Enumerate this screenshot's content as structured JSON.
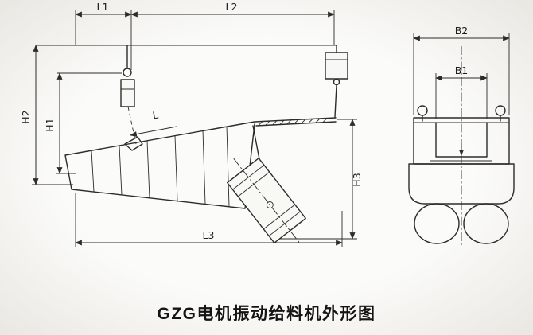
{
  "title": "GZG电机振动给料机外形图",
  "labels": {
    "L1": "L1",
    "L2": "L2",
    "L": "L",
    "L3": "L3",
    "H1": "H1",
    "H2": "H2",
    "H3": "H3",
    "B1": "B1",
    "B2": "B2"
  },
  "colors": {
    "line": "#2e2c29",
    "background": "#fbfbf9",
    "text": "#1d1c1a"
  }
}
